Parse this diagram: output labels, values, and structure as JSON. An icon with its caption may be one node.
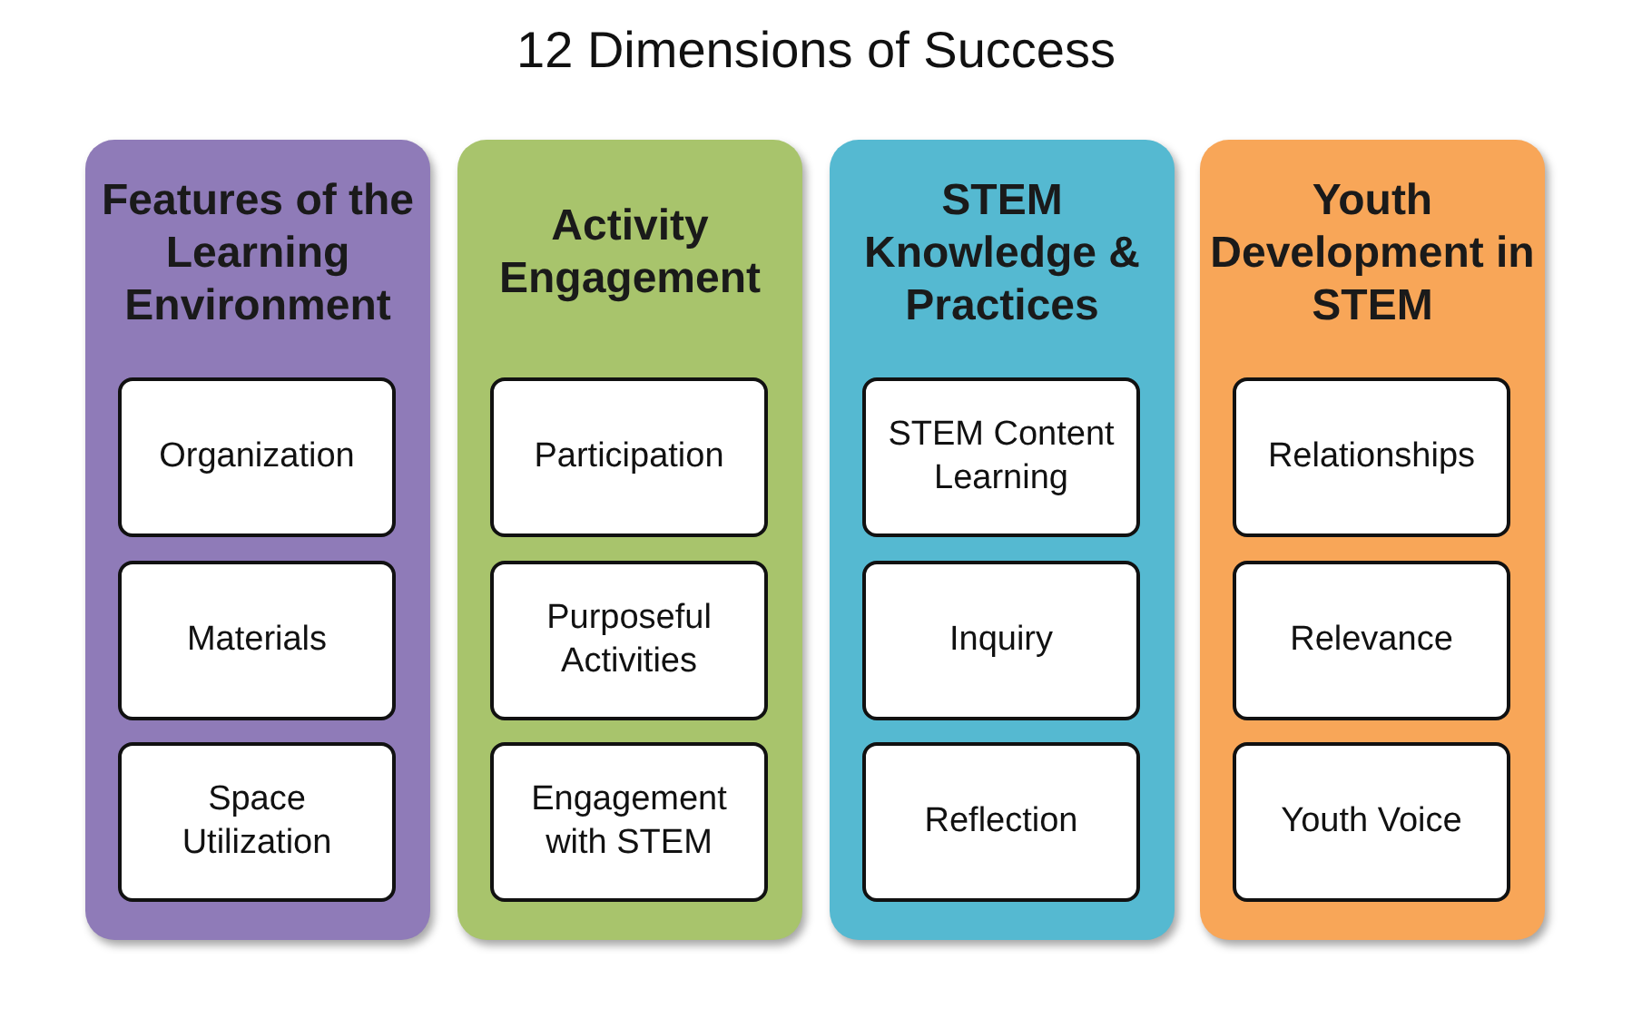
{
  "diagram": {
    "title": "12 Dimensions of Success",
    "nodes": [
      {
        "text": [
          "Features of the Learning Environment"
        ]
      },
      {
        "text": [
          "Organization"
        ],
        "in": 0
      },
      {
        "text": [
          "Materials"
        ],
        "in": 0
      },
      {
        "text": [
          "Space Utilization"
        ],
        "in": 0
      },
      {
        "text": [
          "Activity Engagement"
        ]
      },
      {
        "text": [
          "Participation"
        ],
        "in": 4
      },
      {
        "text": [
          "Purposeful Activities"
        ],
        "in": 4
      },
      {
        "text": [
          "Engagement with STEM"
        ],
        "in": 4
      },
      {
        "text": [
          "STEM Knowledge & Practices"
        ]
      },
      {
        "text": [
          "STEM Content Learning"
        ],
        "in": 8
      },
      {
        "text": [
          "Inquiry"
        ],
        "in": 8
      },
      {
        "text": [
          "Reflection"
        ],
        "in": 8
      },
      {
        "text": [
          "Youth Development in STEM"
        ]
      },
      {
        "text": [
          "Relationships"
        ],
        "in": 12
      },
      {
        "text": [
          "Relevance"
        ],
        "in": 12
      },
      {
        "text": [
          "Youth Voice"
        ],
        "in": 12
      }
    ]
  }
}
